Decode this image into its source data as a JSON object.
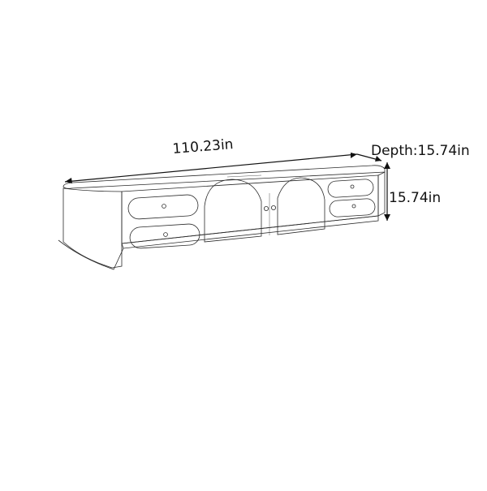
{
  "dimensions": {
    "width": "110.23in",
    "depth": "Depth:15.74in",
    "height": "15.74in"
  },
  "colors": {
    "line": "#2a2a2a",
    "text": "#111111",
    "background": "#ffffff"
  }
}
